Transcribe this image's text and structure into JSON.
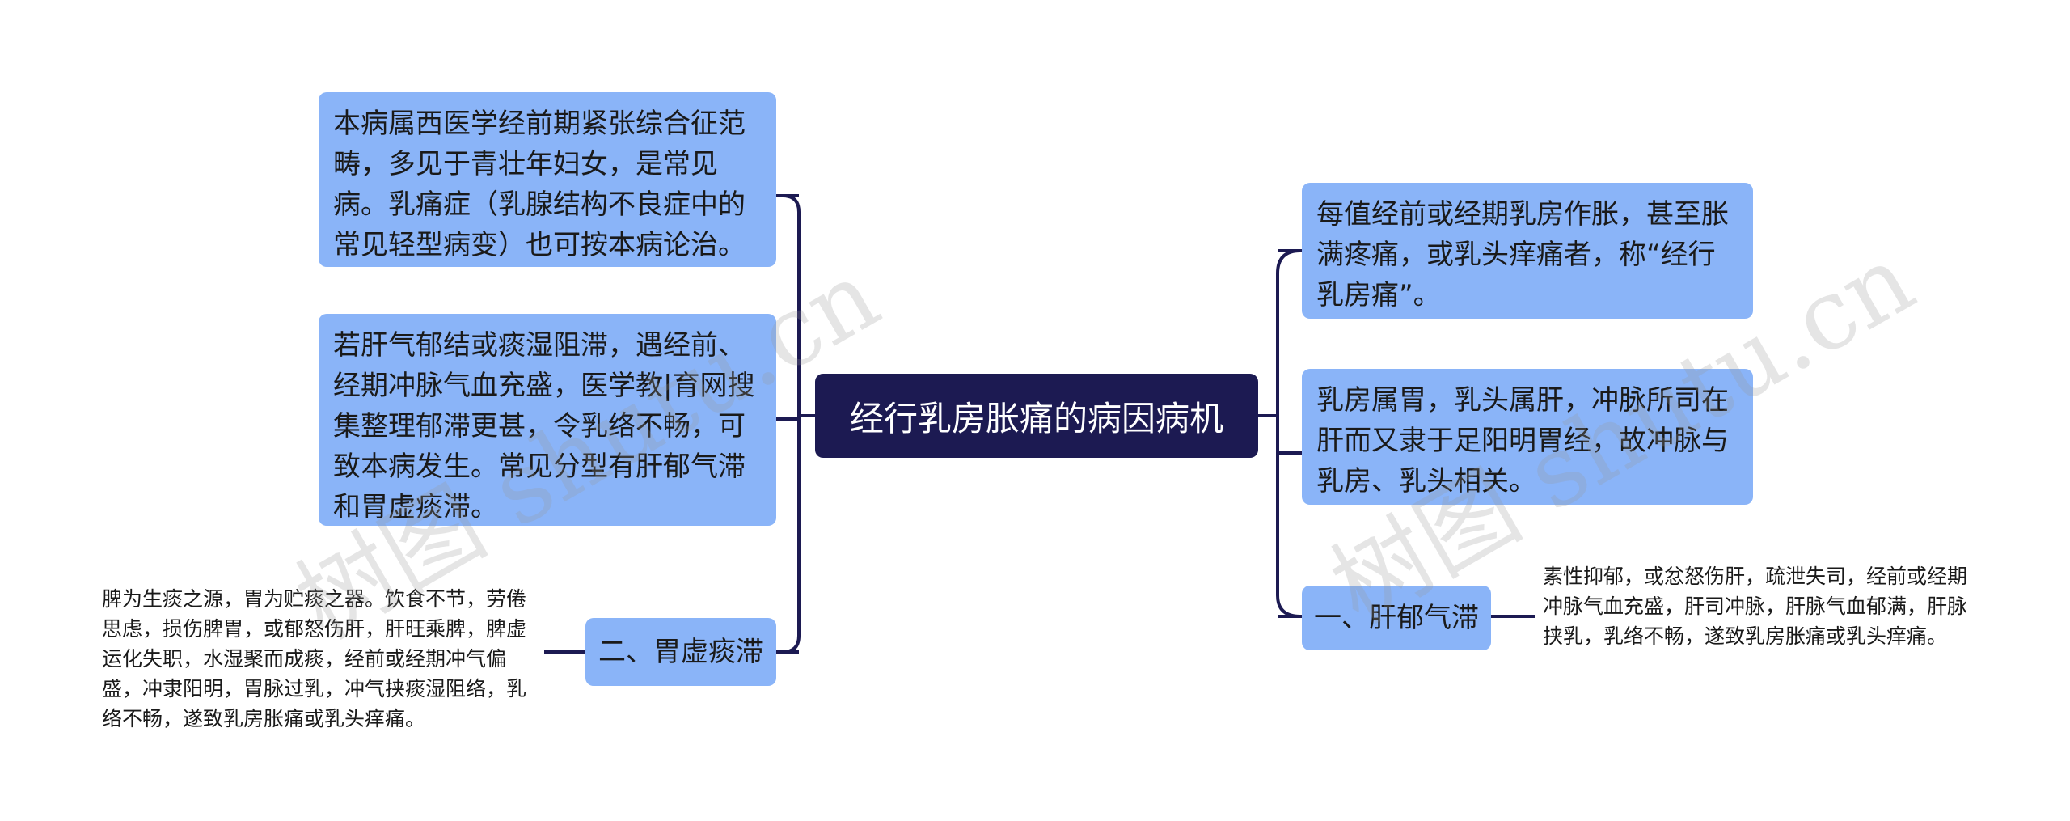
{
  "root": {
    "title": "经行乳房胀痛的病因病机"
  },
  "left": {
    "node1": "本病属西医学经前期紧张综合征范畴，多见于青壮年妇女，是常见病。乳痛症（乳腺结构不良症中的常见轻型病变）也可按本病论治。",
    "node2": "若肝气郁结或痰湿阻滞，遇经前、经期冲脉气血充盛，医学教|育网搜集整理郁滞更甚，令乳络不畅，可致本病发生。常见分型有肝郁气滞和胃虚痰滞。",
    "node3": {
      "label": "二、胃虚痰滞",
      "detail": "脾为生痰之源，胃为贮痰之器。饮食不节，劳倦思虑，损伤脾胃，或郁怒伤肝，肝旺乘脾，脾虚运化失职，水湿聚而成痰，经前或经期冲气偏盛，冲隶阳明，胃脉过乳，冲气挟痰湿阻络，乳络不畅，遂致乳房胀痛或乳头痒痛。"
    }
  },
  "right": {
    "node1": "每值经前或经期乳房作胀，甚至胀满疼痛，或乳头痒痛者，称“经行乳房痛”。",
    "node2": "乳房属胃，乳头属肝，冲脉所司在肝而又隶于足阳明胃经，故冲脉与乳房、乳头相关。",
    "node3": {
      "label": "一、肝郁气滞",
      "detail": "素性抑郁，或忿怒伤肝，疏泄失司，经前或经期冲脉气血充盛，肝司冲脉，肝脉气血郁满，肝脉挟乳，乳络不畅，遂致乳房胀痛或乳头痒痛。"
    }
  },
  "watermarks": [
    "树图 shutu.cn",
    "树图 shutu.cn"
  ],
  "colors": {
    "node": "#8ab4f8",
    "root": "#1c1a52",
    "line": "#1c1a52"
  }
}
